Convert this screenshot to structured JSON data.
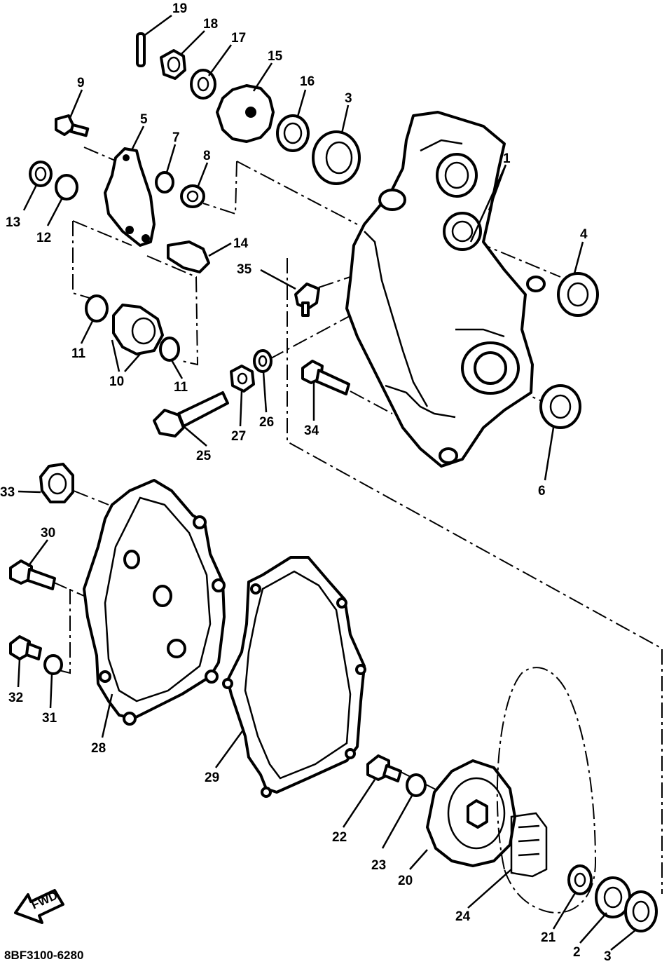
{
  "callouts": [
    "19",
    "18",
    "17",
    "15",
    "16",
    "3",
    "9",
    "5",
    "7",
    "8",
    "1",
    "13",
    "12",
    "14",
    "4",
    "35",
    "11",
    "10",
    "11",
    "27",
    "26",
    "34",
    "25",
    "6",
    "33",
    "30",
    "32",
    "31",
    "28",
    "29",
    "22",
    "23",
    "20",
    "24",
    "21",
    "2",
    "3"
  ],
  "drawing_code": "8BF3100-6280",
  "arrow_text": "FWD",
  "colors": {
    "ink": "#000000",
    "paper": "#ffffff"
  }
}
